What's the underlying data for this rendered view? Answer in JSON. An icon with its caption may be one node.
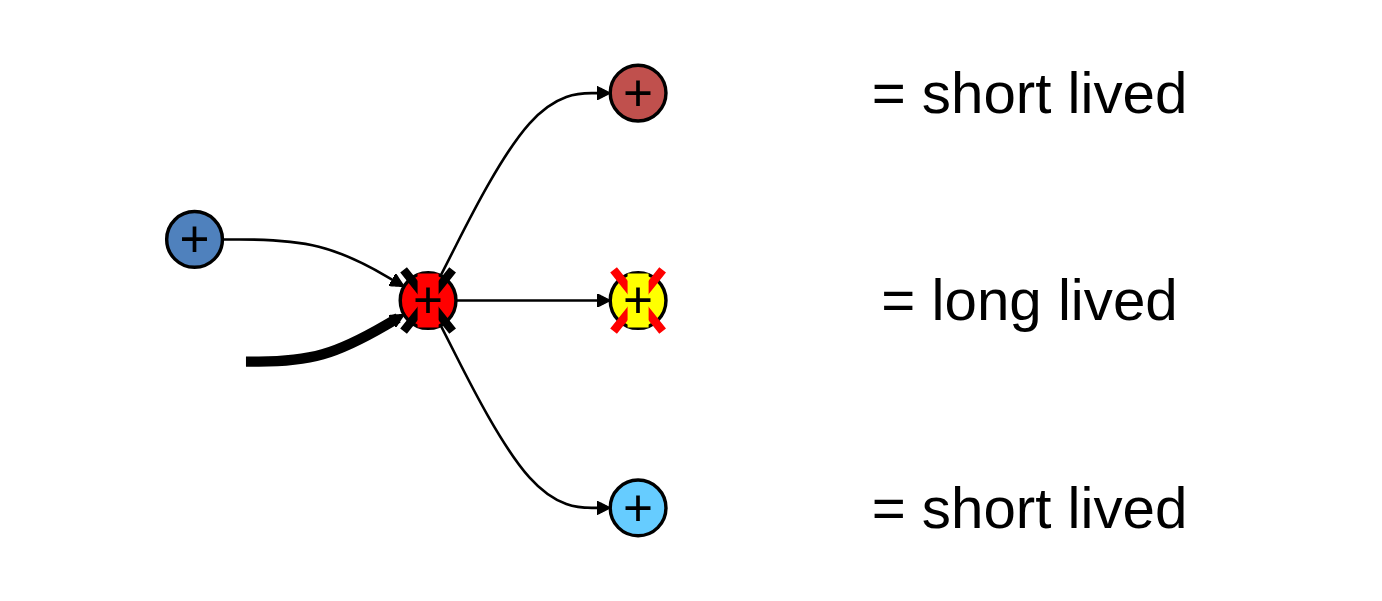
{
  "diagram": {
    "nodes": [
      {
        "text": [
          "+"
        ]
      },
      {
        "text": [
          "+"
        ]
      },
      {
        "text": [
          "+"
        ],
        "beside": [
          "= short lived"
        ]
      },
      {
        "text": [
          "+"
        ],
        "beside": [
          "= long lived"
        ]
      },
      {
        "text": [
          "+"
        ],
        "beside": [
          "= short lived"
        ]
      }
    ],
    "edges": [
      {
        "from": 0,
        "to": 1,
        "arrow": "to"
      },
      {
        "from": null,
        "to": 1,
        "arrow": "to",
        "style": "thick"
      },
      {
        "from": 1,
        "to": 2,
        "arrow": "to"
      },
      {
        "from": 1,
        "to": 3,
        "arrow": "to"
      },
      {
        "from": 1,
        "to": 4,
        "arrow": "to"
      }
    ]
  }
}
